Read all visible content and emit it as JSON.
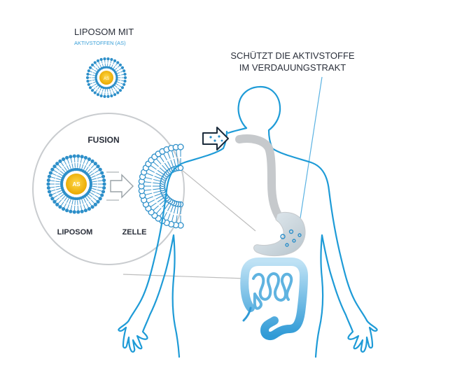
{
  "liposome_title": "LIPOSOM MIT",
  "liposome_subtitle": "AKTIVSTOFFEN (AS)",
  "core_label_small": "AS",
  "core_label_large": "AS",
  "fusion_label": "FUSION",
  "liposome_label": "LIPOSOM",
  "cell_label": "ZELLE",
  "callout_line1": "SCHÜTZT DIE AKTIVSTOFFE",
  "callout_line2": "IM VERDAUUNGSTRAKT",
  "colors": {
    "body_outline": "#1e9bd7",
    "membrane": "#2d8fc9",
    "core": "#f2b705",
    "text_dark": "#2a2f3a",
    "text_blue": "#3aa0d8",
    "tract_grey": "#c6c9cc"
  }
}
